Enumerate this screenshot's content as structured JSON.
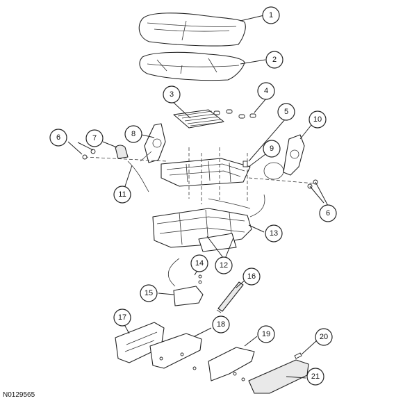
{
  "figure_id": "N0129565",
  "callouts": [
    {
      "label": "1"
    },
    {
      "label": "2"
    },
    {
      "label": "3"
    },
    {
      "label": "4"
    },
    {
      "label": "5"
    },
    {
      "label": "6"
    },
    {
      "label": "7"
    },
    {
      "label": "8"
    },
    {
      "label": "9"
    },
    {
      "label": "10"
    },
    {
      "label": "11"
    },
    {
      "label": "12"
    },
    {
      "label": "13"
    },
    {
      "label": "14"
    },
    {
      "label": "15"
    },
    {
      "label": "16"
    },
    {
      "label": "17"
    },
    {
      "label": "18"
    },
    {
      "label": "19"
    },
    {
      "label": "20"
    },
    {
      "label": "21"
    },
    {
      "label": "6"
    }
  ]
}
